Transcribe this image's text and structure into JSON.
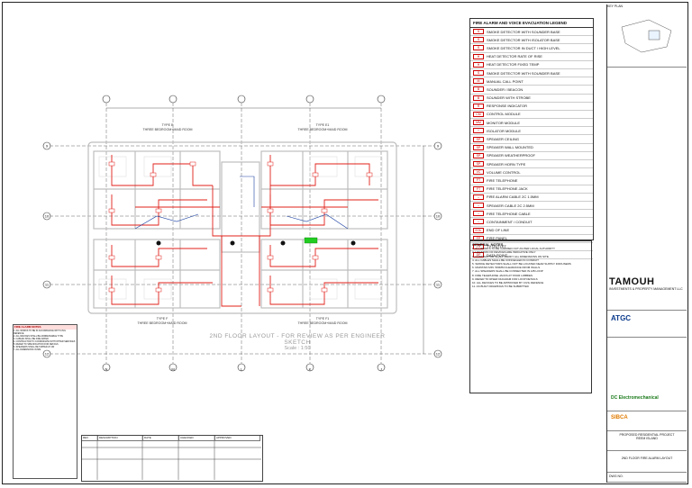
{
  "legend": {
    "title": "FIRE ALARM AND VOICE EVACUATION LEGEND",
    "items": [
      {
        "sym": "S",
        "label": "SMOKE DETECTOR WITH SOUNDER BASE"
      },
      {
        "sym": "S",
        "label": "SMOKE DETECTOR WITH ISOLATOR BASE"
      },
      {
        "sym": "S",
        "label": "SMOKE DETECTOR IN DUCT / HIGH LEVEL"
      },
      {
        "sym": "H",
        "label": "HEAT DETECTOR RATE OF RISE"
      },
      {
        "sym": "H",
        "label": "HEAT DETECTOR FIXED TEMP"
      },
      {
        "sym": "S",
        "label": "SMOKE DETECTOR WITH SOUNDER BASE"
      },
      {
        "sym": "M",
        "label": "MANUAL CALL POINT"
      },
      {
        "sym": "B",
        "label": "SOUNDER / BEACON"
      },
      {
        "sym": "B",
        "label": "SOUNDER WITH STROBE"
      },
      {
        "sym": "R",
        "label": "RESPONSE INDICATOR"
      },
      {
        "sym": "CM",
        "label": "CONTROL MODULE"
      },
      {
        "sym": "MM",
        "label": "MONITOR MODULE"
      },
      {
        "sym": "I",
        "label": "ISOLATOR MODULE"
      },
      {
        "sym": "SP",
        "label": "SPEAKER CEILING"
      },
      {
        "sym": "SP",
        "label": "SPEAKER WALL MOUNTED"
      },
      {
        "sym": "SP",
        "label": "SPEAKER WEATHERPROOF"
      },
      {
        "sym": "SP",
        "label": "SPEAKER HORN TYPE"
      },
      {
        "sym": "VC",
        "label": "VOLUME CONTROL"
      },
      {
        "sym": "FT",
        "label": "FIRE TELEPHONE"
      },
      {
        "sym": "FT",
        "label": "FIRE TELEPHONE JACK"
      },
      {
        "sym": "--",
        "label": "FIRE ALARM CABLE 2C 1.5MM"
      },
      {
        "sym": "--",
        "label": "SPEAKER CABLE 2C 2.5MM"
      },
      {
        "sym": "--",
        "label": "FIRE TELEPHONE CABLE"
      },
      {
        "sym": "--",
        "label": "CONTAINMENT / CONDUIT"
      },
      {
        "sym": "EOL",
        "label": "END OF LINE"
      },
      {
        "sym": "FP",
        "label": "FIRE PANEL"
      },
      {
        "sym": "TV",
        "label": "TV OUTLET"
      },
      {
        "sym": "DP",
        "label": "DATA POINT"
      }
    ]
  },
  "plan": {
    "caption": "2ND FLOOR LAYOUT - FOR REVIEW AS PER ENGINEER SKETCH",
    "scale": "Scale : 1:50",
    "grid_cols": [
      "N",
      "M",
      "L",
      "K",
      "J"
    ],
    "grid_rows": [
      "9",
      "10",
      "11",
      "12"
    ],
    "units": [
      {
        "type": "TYPE E",
        "name": "THREE BEDROOM+MAID ROOM"
      },
      {
        "type": "TYPE E1",
        "name": "THREE BEDROOM+MAID ROOM"
      },
      {
        "type": "TYPE F",
        "name": "THREE BEDROOM+MAID ROOM"
      },
      {
        "type": "TYPE F1",
        "name": "THREE BEDROOM+MAID ROOM"
      }
    ]
  },
  "notes": {
    "title": "FIRE ALARM NOTES",
    "lines": [
      "1. ALL WORKS TO BE IN ACCORDANCE WITH CIVIL DEFENCE",
      "2. ALL DEVICES SHALL BE ADDRESSABLE TYPE",
      "3. CABLES SHALL BE FIRE RATED",
      "4. CONTRACTOR TO COORDINATE WITH OTHER SERVICES",
      "5. REFER TO SPECIFICATION FOR DETAILS",
      "6. SPEAKERS SHALL BE TAPPED AT 1W",
      "7. ALL DIMENSIONS IN MM"
    ]
  },
  "general_notes": {
    "title": "GENERAL NOTES",
    "lines": [
      "1. ALL WORKS TO BE CARRIED OUT AS PER LOCAL AUTHORITY",
      "2. LOCATION OF DEVICES ARE INDICATIVE ONLY",
      "3. CONTRACTOR SHALL VERIFY ALL DIMENSIONS ON SITE",
      "4. ALL CABLES SHALL BE CONCEALED IN CONDUIT",
      "5. SMOKE DETECTORS SHALL NOT BE LOCATED NEAR SUPPLY DIFFUSERS",
      "6. MAINTAIN MIN. 500MM CLEARANCE FROM WALLS",
      "7. ALL SPEAKERS SHALL BE CONNECTED IN A/B LOOP",
      "8. FIRE TELEPHONE JACKS AT STAIR LOBBIES",
      "9. REFER TO RISER DIAGRAM FOR LOOP DETAILS",
      "10. ALL DEVICES TO BE APPROVED BY CIVIL DEFENCE",
      "11. AS BUILT DRAWINGS TO BE SUBMITTED"
    ]
  },
  "title_block": {
    "key_plan": "KEY PLAN",
    "consultant_name": "TAMOUH",
    "consultant_sub": "INVESTMENTS & PROPERTY MANAGEMENT LLC",
    "contractor": "ATGC",
    "mep_contractor": "DC Electromechanical",
    "sub_contractor": "SIBCA",
    "project_title": "PROPOSED RESIDENTIAL PROJECT",
    "plot": "REEM ISLAND",
    "drawing_title": "2ND FLOOR FIRE ALARM LAYOUT",
    "drawing_no": "DWG NO."
  },
  "stamp": {
    "headers": [
      "REV",
      "DESCRIPTION",
      "DATE",
      "CHECKED",
      "APPROVED"
    ]
  },
  "colors": {
    "wall": "#c8c8c8",
    "cable": "#e0201a",
    "grid": "#555555",
    "accent": "#1a3fa0",
    "highlight": "#22cc22"
  }
}
